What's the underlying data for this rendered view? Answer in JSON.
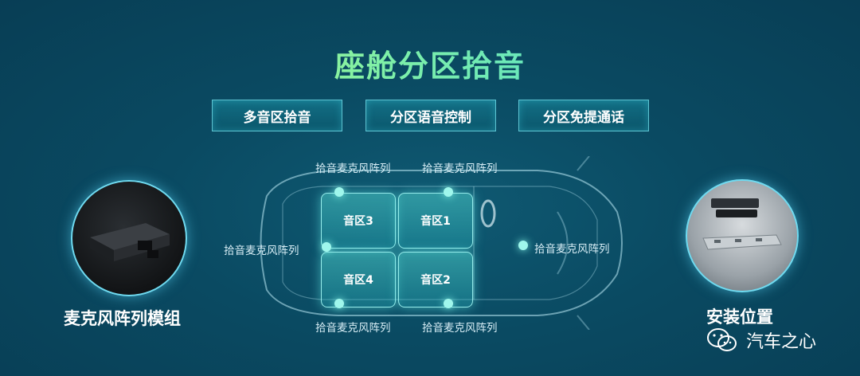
{
  "title": "座舱分区拾音",
  "tabs": [
    "多音区拾音",
    "分区语音控制",
    "分区免提通话"
  ],
  "zones": {
    "zone1": "音区1",
    "zone2": "音区2",
    "zone3": "音区3",
    "zone4": "音区4"
  },
  "mic_label": "拾音麦克风阵列",
  "left_caption": "麦克风阵列模组",
  "right_caption": "安装位置",
  "watermark": "汽车之心",
  "colors": {
    "accent": "#6fdaf0",
    "zone_fill": "#5ae6dc",
    "background": "#0a4a62"
  }
}
